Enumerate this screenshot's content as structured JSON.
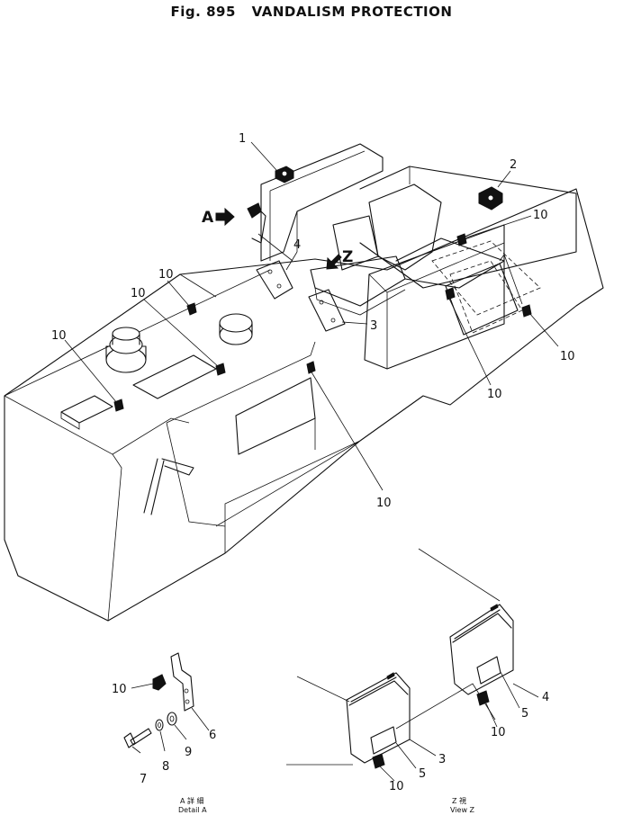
{
  "figure": {
    "label": "Fig. 895",
    "title": "VANDALISM PROTECTION"
  },
  "view_markers": {
    "detail": "A",
    "view": "Z"
  },
  "callouts": {
    "c1": "1",
    "c2": "2",
    "c3": "3",
    "c4": "4",
    "c5": "5",
    "c6": "6",
    "c7": "7",
    "c8": "8",
    "c9": "9",
    "c10": "10"
  },
  "captions": {
    "detail_a_line1": "A  詳  細",
    "detail_a_line2": "Detail  A",
    "view_z_line1": "Z    視",
    "view_z_line2": "View  Z"
  }
}
